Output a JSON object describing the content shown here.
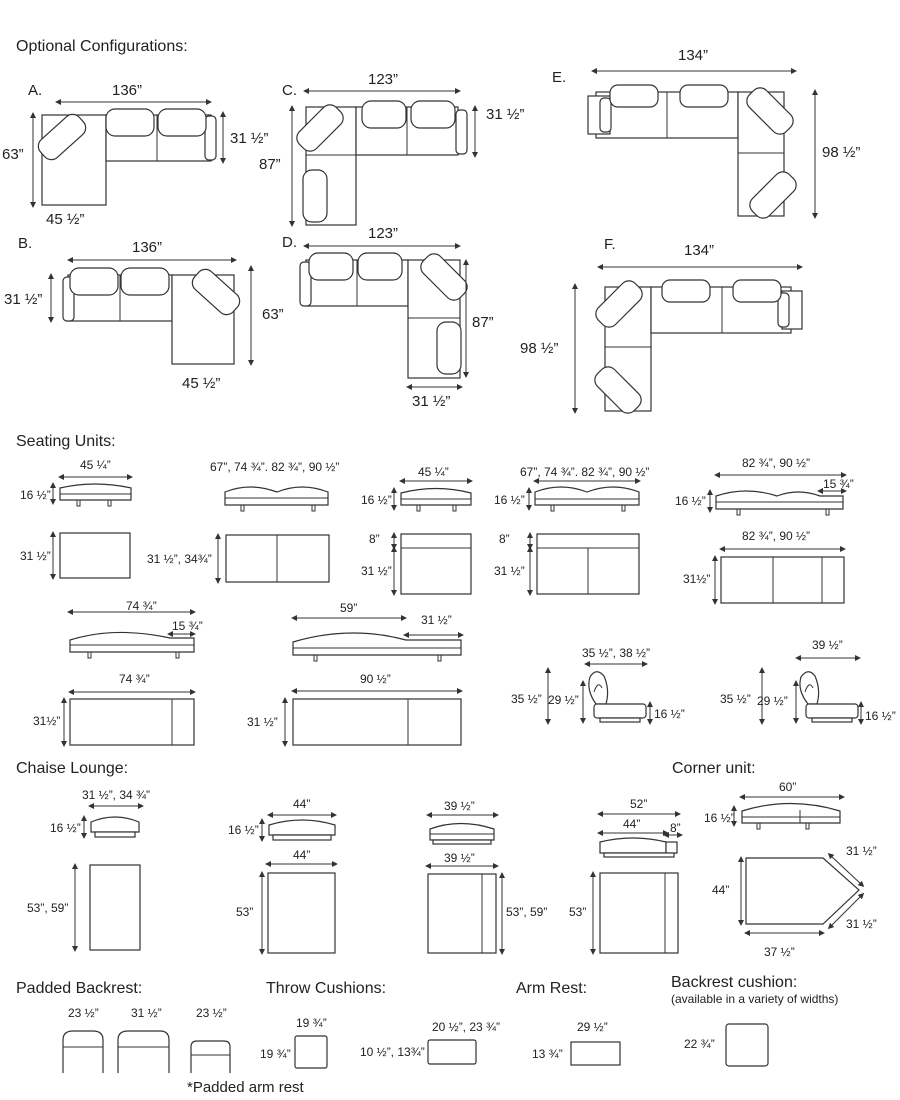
{
  "sections": {
    "optional": "Optional Configurations:",
    "seating": "Seating Units:",
    "chaise": "Chaise Lounge:",
    "corner": "Corner unit:",
    "backrest": "Padded Backrest:",
    "throw": "Throw Cushions:",
    "arm": "Arm Rest:",
    "backcushion": "Backrest cushion:",
    "backcushion_note": "(available in a variety of widths)"
  },
  "configs": {
    "A": {
      "label": "A.",
      "w": "136”",
      "d": "31 ½”",
      "h": "63”",
      "b": "45 ½”"
    },
    "B": {
      "label": "B.",
      "w": "136”",
      "d": "31 ½”",
      "h": "63”",
      "b": "45 ½”"
    },
    "C": {
      "label": "C.",
      "w": "123”",
      "d": "31 ½”",
      "h": "87”"
    },
    "D": {
      "label": "D.",
      "w": "123”",
      "h": "87”",
      "b": "31 ½”"
    },
    "E": {
      "label": "E.",
      "w": "134”",
      "h": "98 ½”"
    },
    "F": {
      "label": "F.",
      "w": "134”",
      "h": "98 ½”"
    }
  },
  "seating": {
    "u1": {
      "w": "45 ¼”",
      "h": "16 ½”",
      "d": "31 ½”"
    },
    "u2": {
      "w": "67”, 74 ¾”. 82 ¾”, 90 ½”",
      "d": "31 ½”, 34¾”"
    },
    "u3": {
      "w": "45 ¼”",
      "h": "16 ½”",
      "top": "8”",
      "d": "31 ½”"
    },
    "u4": {
      "w": "67”, 74 ¾”. 82 ¾”, 90 ½”",
      "h": "16 ½”",
      "top": "8”",
      "d": "31 ½”"
    },
    "u5": {
      "w": "82 ¾”, 90 ½”",
      "h": "16 ½”",
      "arm": "15 ¾”",
      "w2": "82 ¾”, 90 ½”",
      "d": "31½”"
    },
    "u6": {
      "w": "74 ¾”",
      "arm": "15 ¾”",
      "w2": "74 ¾”",
      "d": "31½”"
    },
    "u7": {
      "w": "59”",
      "arm": "31 ½”",
      "w2": "90 ½”",
      "d": "31 ½”"
    },
    "u8": {
      "w": "35 ½”, 38 ½”",
      "h": "35 ½”",
      "s": "29 ½”",
      "seat": "16 ½”"
    },
    "u9": {
      "w": "39 ½”",
      "h": "35 ½”",
      "s": "29 ½”",
      "seat": "16 ½”"
    }
  },
  "chaise": {
    "c1": {
      "w": "31 ½”, 34 ¾”",
      "h": "16 ½”",
      "d": "53”, 59”"
    },
    "c2": {
      "w": "44”",
      "h": "16 ½”",
      "w2": "44”",
      "d": "53”"
    },
    "c3": {
      "w": "39 ½”",
      "w2": "39 ½”",
      "d": "53”, 59”"
    },
    "c4": {
      "w": "52”",
      "w1": "44”",
      "e": "8”",
      "d": "53”"
    }
  },
  "corner": {
    "w": "60”",
    "h": "16 ½”",
    "a": "31 ½”",
    "b": "31 ½”",
    "d": "44”",
    "bot": "37 ½”"
  },
  "backrest": {
    "a": "23 ½”",
    "b": "31 ½”",
    "c": "23 ½”",
    "note": "*Padded arm rest"
  },
  "throw": {
    "w1": "19 ¾”",
    "h1": "19 ¾”",
    "w2": "20 ½”, 23 ¾”",
    "h2": "10 ½”, 13¾”"
  },
  "arm": {
    "w": "29 ½”",
    "h": "13 ¾”"
  },
  "backcushion": {
    "h": "22 ¾”"
  }
}
